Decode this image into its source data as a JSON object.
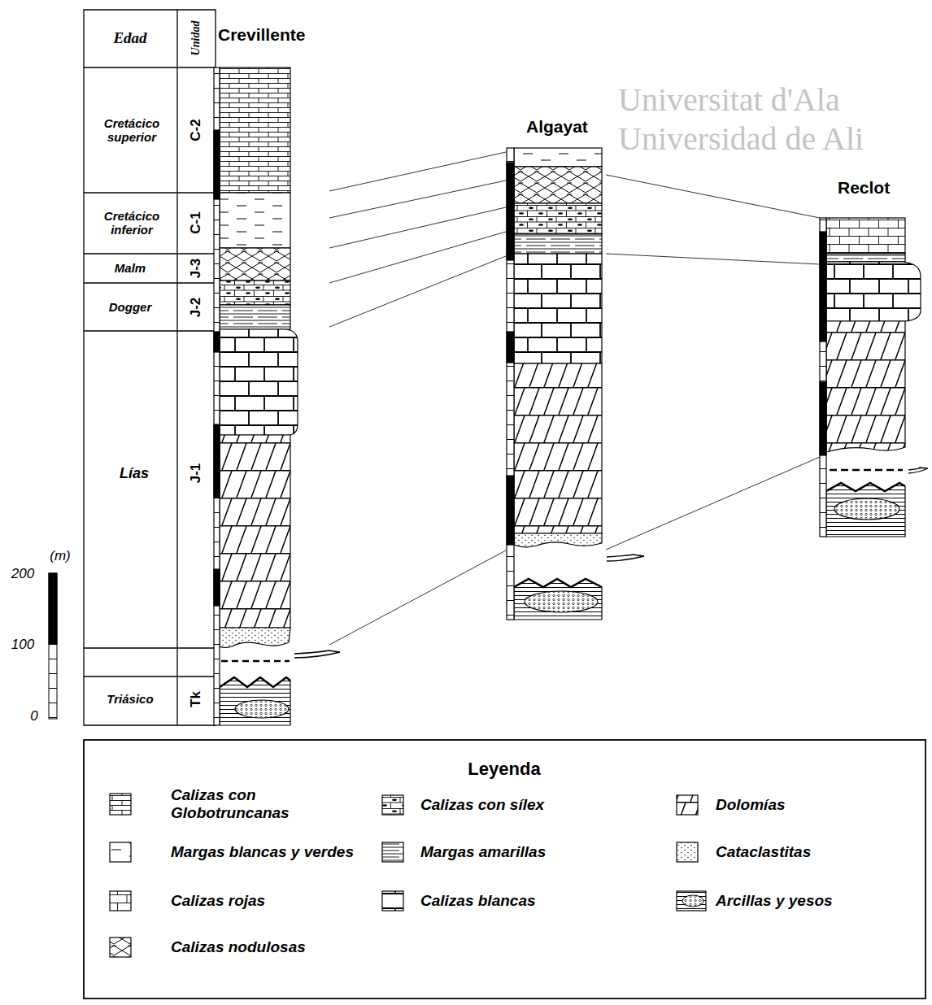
{
  "diagram": {
    "nodes": [
      {
        "text": [
          "Crevillente"
        ]
      },
      {
        "text": [
          "Algayat"
        ]
      },
      {
        "text": [
          "Reclot"
        ]
      }
    ],
    "edges": [
      {
        "from": 0,
        "to": 1,
        "arrow": "none"
      },
      {
        "from": 0,
        "to": 1,
        "arrow": "none"
      },
      {
        "from": 0,
        "to": 1,
        "arrow": "none"
      },
      {
        "from": 0,
        "to": 1,
        "arrow": "none"
      },
      {
        "from": 0,
        "to": 1,
        "arrow": "none"
      },
      {
        "from": 0,
        "to": 1,
        "arrow": "none"
      },
      {
        "from": 1,
        "to": 2,
        "arrow": "none"
      },
      {
        "from": 1,
        "to": 2,
        "arrow": "none"
      },
      {
        "from": 1,
        "to": 2,
        "arrow": "none"
      }
    ],
    "labels": [
      "Universitat d'Ala",
      "Universidad de Ali",
      "Edad",
      "Unidad",
      "Cretácico superior",
      "C-2",
      "Cretácico inferior",
      "C-1",
      "Malm",
      "J-3",
      "Dogger",
      "J-2",
      "Lías",
      "J-1",
      "Triásico",
      "Tk",
      "(m)",
      "200",
      "100",
      "0",
      "Leyenda"
    ],
    "legend": [
      {
        "text": "Calizas con Globotruncanas"
      },
      {
        "text": "Calizas con sílex"
      },
      {
        "text": "Dolomías"
      },
      {
        "text": "Margas blancas y verdes"
      },
      {
        "text": "Margas amarillas"
      },
      {
        "text": "Cataclastitas"
      },
      {
        "text": "Calizas rojas"
      },
      {
        "text": "Calizas blancas"
      },
      {
        "text": "Arcillas y yesos"
      },
      {
        "text": "Calizas nodulosas"
      }
    ]
  }
}
